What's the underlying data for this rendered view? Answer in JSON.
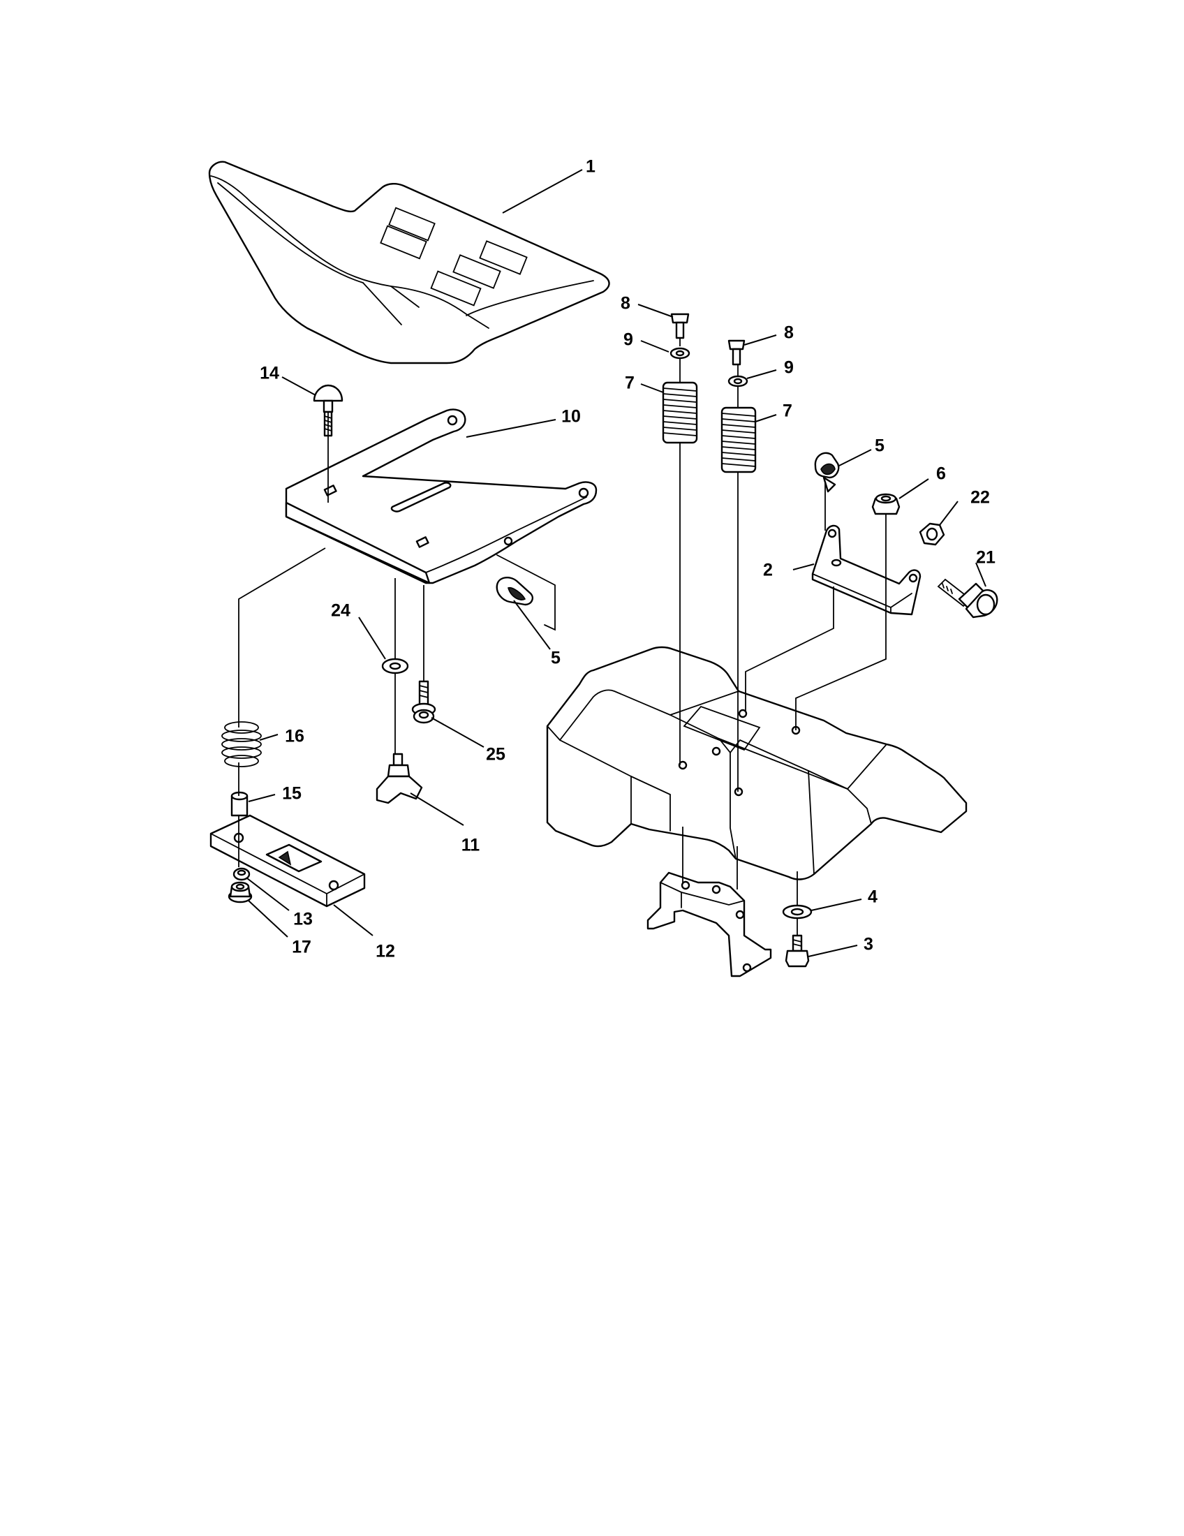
{
  "diagram": {
    "callouts": {
      "c1": "1",
      "c2": "2",
      "c3": "3",
      "c4": "4",
      "c5a": "5",
      "c5b": "5",
      "c6": "6",
      "c7a": "7",
      "c7b": "7",
      "c8a": "8",
      "c8b": "8",
      "c9a": "9",
      "c9b": "9",
      "c10": "10",
      "c11": "11",
      "c12": "12",
      "c13": "13",
      "c14": "14",
      "c15": "15",
      "c16": "16",
      "c17": "17",
      "c21": "21",
      "c22": "22",
      "c24": "24",
      "c25": "25"
    }
  }
}
